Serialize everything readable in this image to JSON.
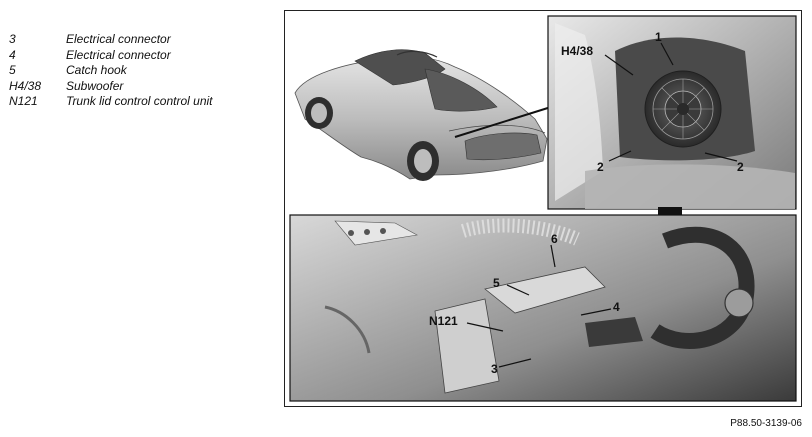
{
  "legend": [
    {
      "code": "3",
      "text": "Electrical connector"
    },
    {
      "code": "4",
      "text": "Electrical connector"
    },
    {
      "code": "5",
      "text": "Catch hook"
    },
    {
      "code": "H4/38",
      "text": "Subwoofer"
    },
    {
      "code": "N121",
      "text": "Trunk lid control control unit"
    }
  ],
  "callouts": {
    "inset_top": {
      "one": "1",
      "h438": "H4/38",
      "two_left": "2",
      "two_right": "2"
    },
    "inset_bottom": {
      "six": "6",
      "five": "5",
      "four": "4",
      "n121": "N121",
      "three": "3"
    }
  },
  "figure_id": "P88.50-3139-06"
}
